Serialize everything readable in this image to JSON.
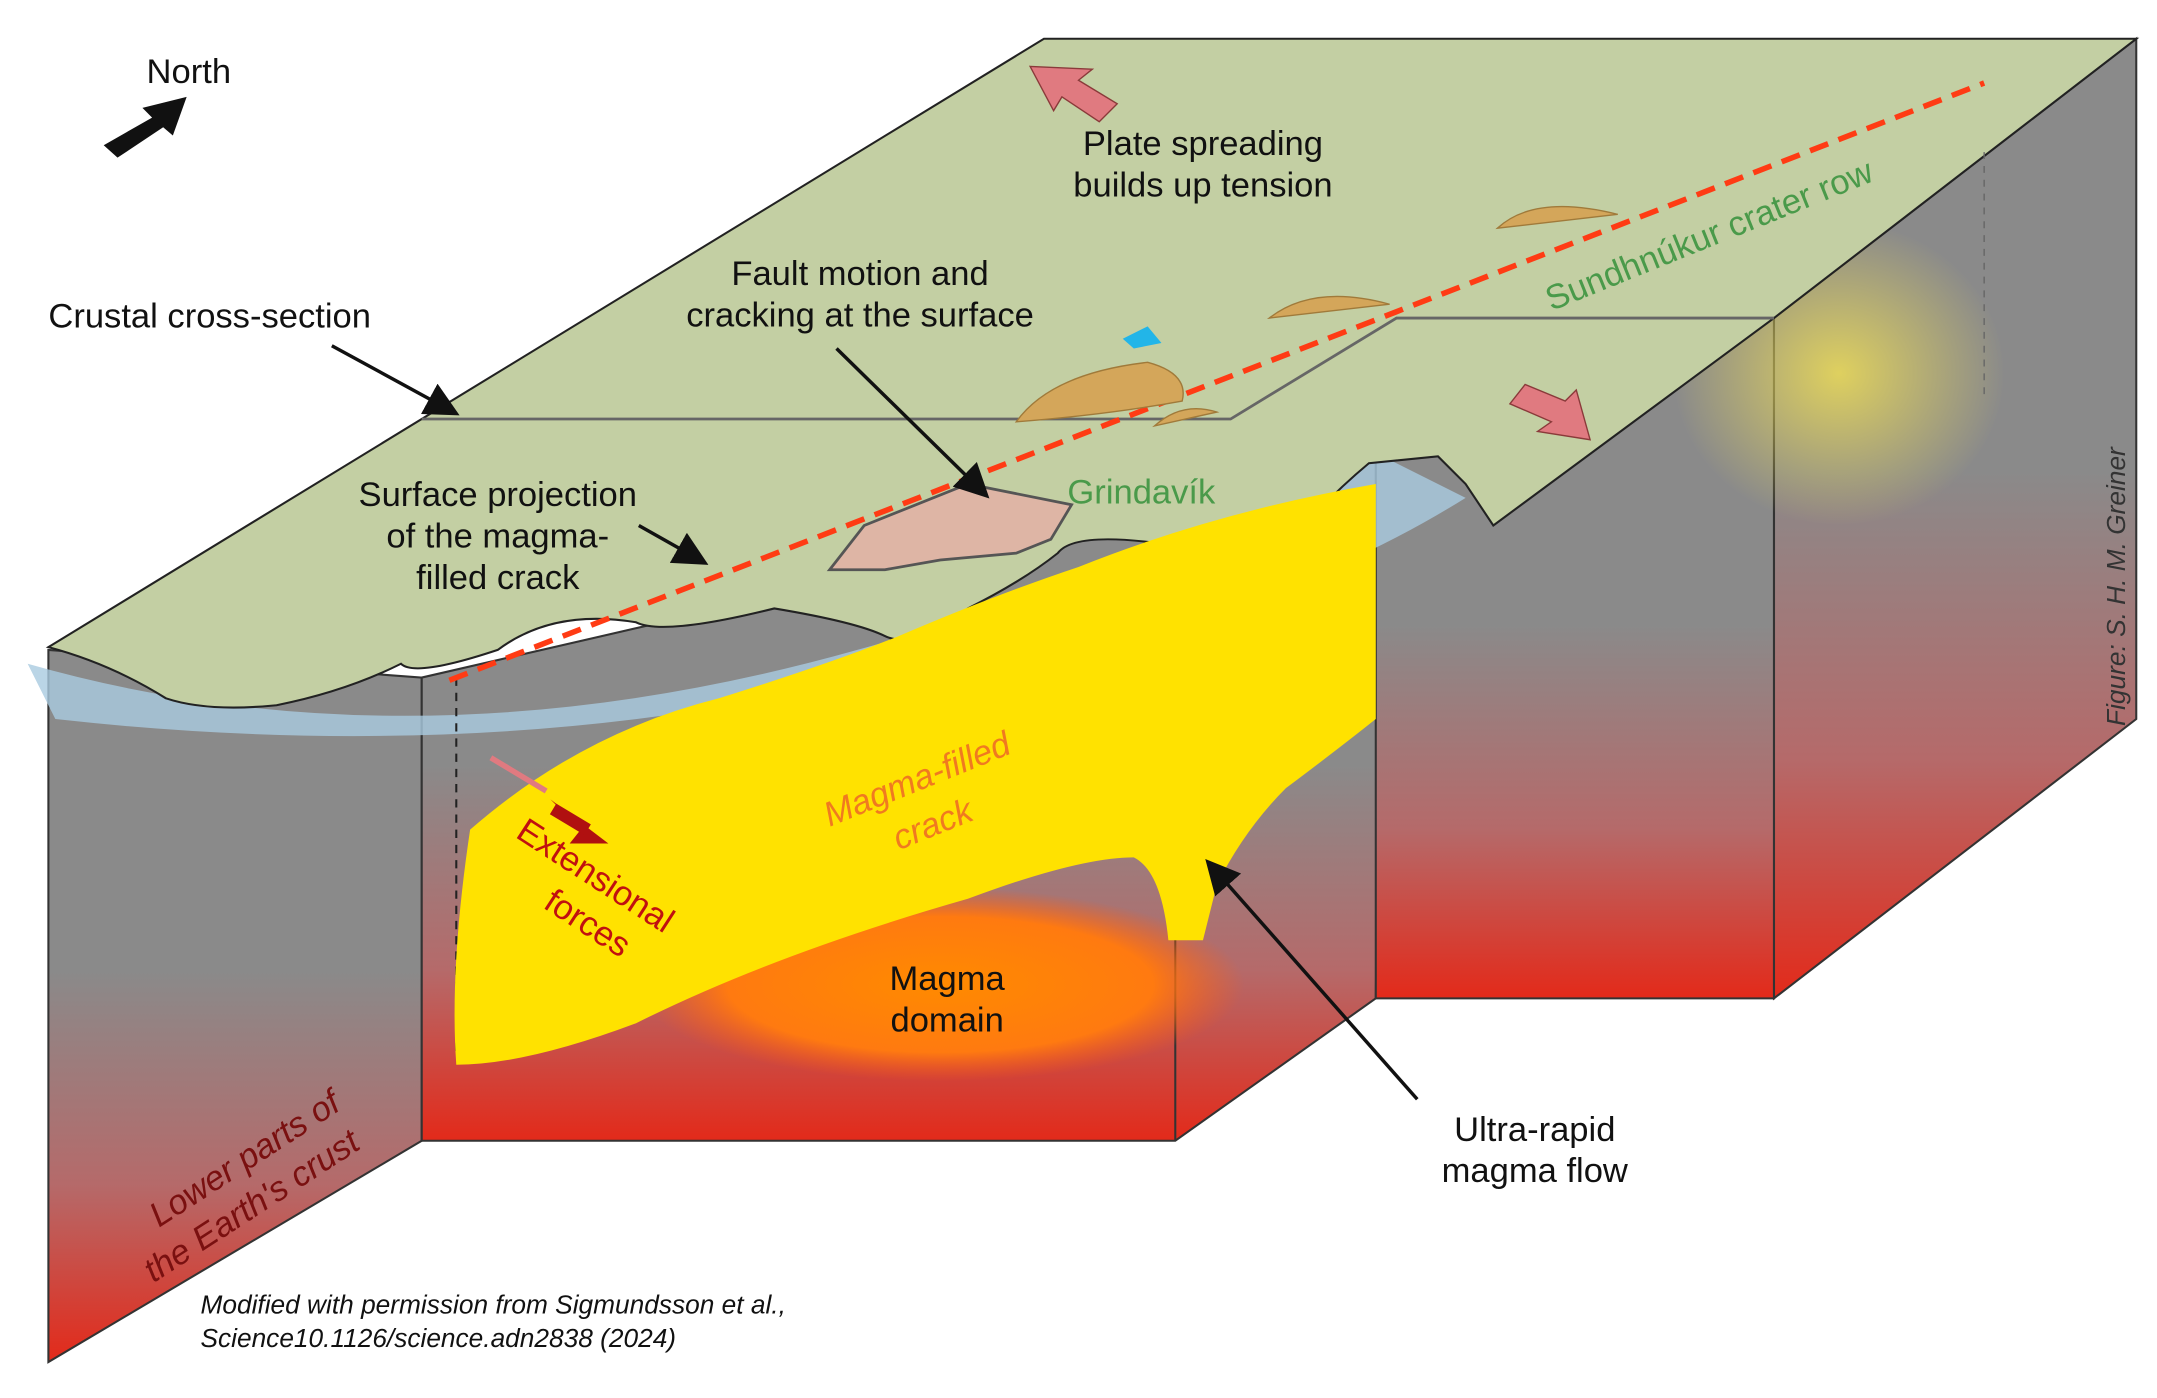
{
  "labels": {
    "north": "North",
    "plate_spreading_1": "Plate spreading",
    "plate_spreading_2": "builds up tension",
    "fault_motion_1": "Fault motion and",
    "fault_motion_2": "cracking at the surface",
    "crustal_cross_section": "Crustal cross-section",
    "surface_projection_1": "Surface projection",
    "surface_projection_2": "of the magma-",
    "surface_projection_3": "filled crack",
    "grindavik": "Grindavík",
    "crater_row": "Sundhnúkur crater row",
    "magma_crack_1": "Magma-filled",
    "magma_crack_2": "crack",
    "extensional_1": "Extensional",
    "extensional_2": "forces",
    "magma_domain_1": "Magma",
    "magma_domain_2": "domain",
    "ultra_rapid_1": "Ultra-rapid",
    "ultra_rapid_2": "magma flow",
    "lower_crust_1": "Lower parts of",
    "lower_crust_2": "the Earth's crust",
    "credit_1": "Modified with permission from Sigmundsson et al.,",
    "credit_2": "Science10.1126/science.adn2838 (2024)",
    "figure_credit": "Figure: S. H. M. Greiner"
  },
  "colors": {
    "surface": "#c3cfa3",
    "sea": "#a9cbe0",
    "crust": "#8a8a8a",
    "hot": "#e32a1a",
    "magma_crack": "#ffe200",
    "fissure": "#ff3b14",
    "green_text": "#4a9a4a",
    "arrow_pink": "#e07a80"
  }
}
